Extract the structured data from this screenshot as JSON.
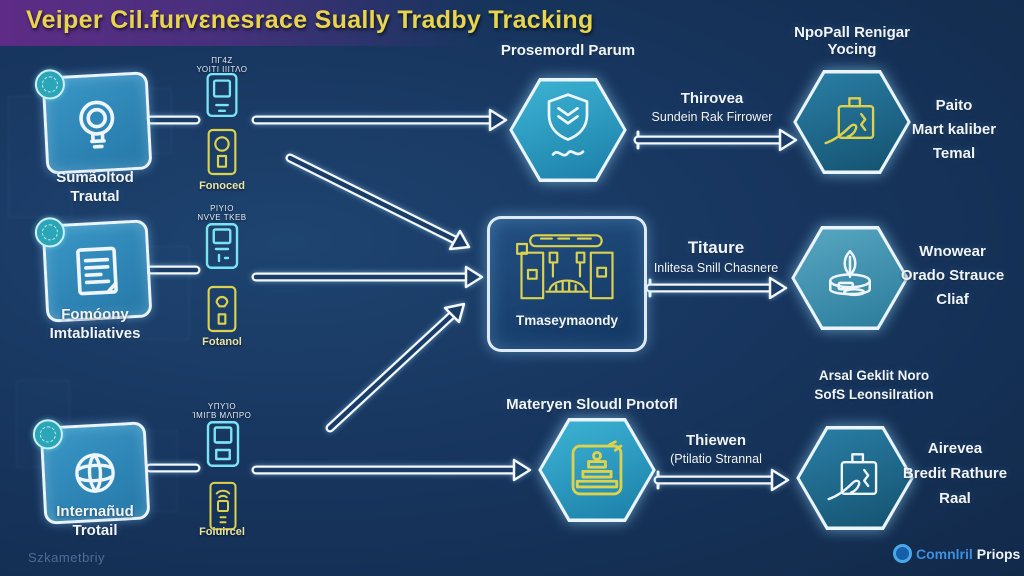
{
  "title": "Veiper Cil.furvεnesrace Sually Tradby Tracking",
  "left": {
    "items": [
      {
        "label1": "Sumãoltod",
        "label2": "Trautal",
        "icon": "lightbulb-icon"
      },
      {
        "label1": "Fomóony",
        "label2": "Imtabliatives",
        "icon": "document-icon"
      },
      {
        "label1": "Internañud",
        "label2": "Trotail",
        "icon": "globe-icon"
      }
    ]
  },
  "devices": [
    {
      "code1": "ΠΓ4Ζ",
      "code2": "ΥΟΙΤΙ  ΙΙΙΤΛΟ",
      "label": "Fonoced"
    },
    {
      "code1": "ΡΙΥΙΟ",
      "code2": "ΝVVΕ  ΤΚΕΒ",
      "label": "Fotanol"
    },
    {
      "code1": "ΥΠΥΊΟ",
      "code2": "ΊΜΙΓΒ  ΜΛΠΡΟ",
      "label": "Foiuircel"
    }
  ],
  "nodes": {
    "top_hex": {
      "label": "Prosemordl Parum",
      "icon": "shield-icon"
    },
    "top_right_hex": {
      "label1": "NpoPall Renigar",
      "label2": "Yocing",
      "icon": "hand-document-icon",
      "side_text": [
        "Paito",
        "Mart kaliber",
        "Temal"
      ]
    },
    "center_box": {
      "label": "Tmaseymaondy",
      "icon": "machines-icon"
    },
    "mid_right_hex": {
      "icon": "plant-dish-icon",
      "side_text": [
        "Wnowear",
        "Orado Strauce",
        "Cliaf"
      ]
    },
    "bottom_hex": {
      "label": "Materyen Sloudl Pnotofl",
      "icon": "stack-icon"
    },
    "bottom_right_hex": {
      "label1": "Arsal Geklit Noro",
      "label2": "SofS Leonsilration",
      "icon": "hand-document-icon",
      "side_text": [
        "Airevea",
        "Bredit Rathure",
        "Raal"
      ]
    }
  },
  "connectors": {
    "top": {
      "line1": "Thirovea",
      "line2": "Sundein Rak Firrower"
    },
    "middle": {
      "line1": "Titaure",
      "line2": "Inlitesa Snill Chasnere"
    },
    "bottom": {
      "line1": "Thiewen",
      "line2": "(Ptilatio Strannal"
    }
  },
  "footer": {
    "left_text": "Szkametbriy",
    "logo_blue": "Comnlril",
    "logo_white": "Priops"
  },
  "colors": {
    "background": "#16355e",
    "header_purple": "#5e2c86",
    "title_yellow": "#e8d44d",
    "hex_teal": "#2fa6c9",
    "hex_dark_teal": "#1e6e94",
    "tile_blue": "#2b84b5",
    "icon_yellow": "#ddd24e",
    "icon_cyan": "#7ae4f2",
    "text_white": "#f2f7fc",
    "logo_blue": "#3f8fe0"
  }
}
